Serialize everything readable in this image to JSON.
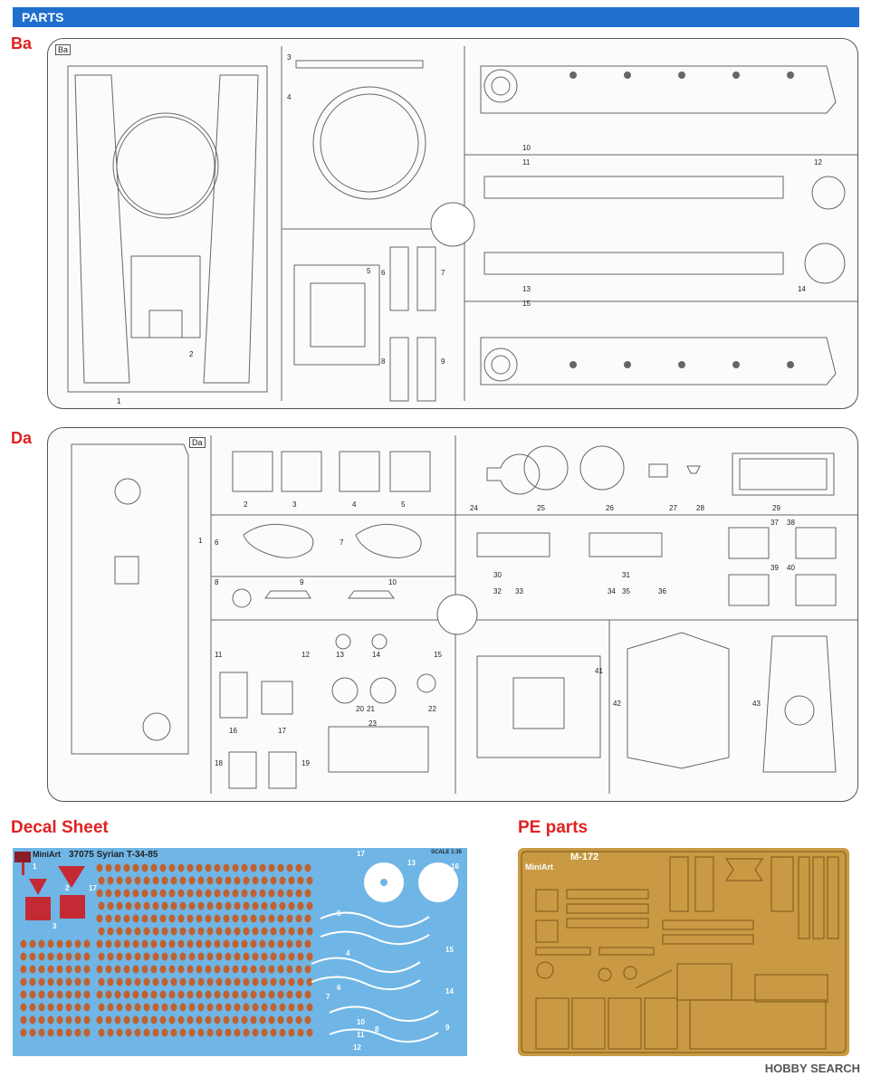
{
  "header": {
    "title": "PARTS"
  },
  "sections": {
    "ba": "Ba",
    "da": "Da",
    "decal": "Decal Sheet",
    "pe": "PE parts"
  },
  "sprue_ba": {
    "tag": "Ba",
    "numbers": [
      "1",
      "2",
      "3",
      "4",
      "5",
      "6",
      "7",
      "8",
      "9",
      "10",
      "11",
      "12",
      "13",
      "14",
      "15"
    ]
  },
  "sprue_da": {
    "tag": "Da",
    "numbers": [
      "1",
      "2",
      "3",
      "4",
      "5",
      "6",
      "7",
      "8",
      "9",
      "10",
      "11",
      "12",
      "13",
      "14",
      "15",
      "16",
      "17",
      "18",
      "19",
      "20",
      "21",
      "22",
      "23",
      "24",
      "25",
      "26",
      "27",
      "28",
      "29",
      "30",
      "31",
      "32",
      "33",
      "34",
      "35",
      "36",
      "37",
      "38",
      "39",
      "40",
      "41",
      "42",
      "43"
    ]
  },
  "decal_sheet": {
    "title": "37075 Syrian T-34-85",
    "brand": "MiniArt",
    "scale": "SCALE 1:35",
    "numbers": [
      "1",
      "2",
      "3",
      "4",
      "5",
      "6",
      "7",
      "8",
      "9",
      "10",
      "11",
      "12",
      "13",
      "14",
      "15",
      "16",
      "17",
      "17"
    ]
  },
  "pe_sheet": {
    "code": "M-172",
    "brand": "MiniArt"
  },
  "footer": {
    "watermark": "HOBBY SEARCH"
  },
  "colors": {
    "header": "#1f6fcf",
    "section": "#e02121",
    "decal_bg": "#6fb6e6",
    "pe_bg": "#c99a43"
  }
}
